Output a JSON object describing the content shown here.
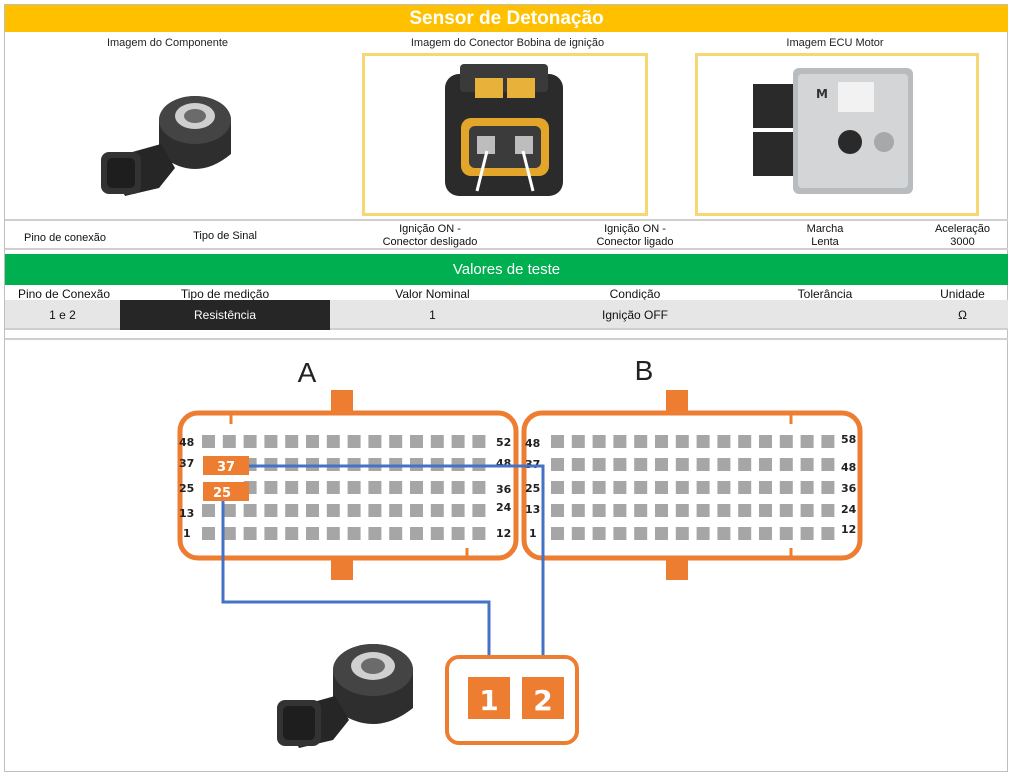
{
  "header": {
    "title": "Sensor de Detonação"
  },
  "images": {
    "component_label": "Imagem do Componente",
    "connector_label": "Imagem do Conector Bobina de ignição",
    "ecu_label": "Imagem ECU Motor"
  },
  "info_row": {
    "pin": "Pino de conexão",
    "signal": "Tipo de Sinal",
    "ign_on_off_l1": "Ignição ON -",
    "ign_on_off_l2": "Conector desligado",
    "ign_on_on_l1": "Ignição ON -",
    "ign_on_on_l2": "Conector ligado",
    "idle_l1": "Marcha",
    "idle_l2": "Lenta",
    "accel_l1": "Aceleração",
    "accel_l2": "3000"
  },
  "test_values": {
    "title": "Valores de teste",
    "headers": [
      "Pino de Conexão",
      "Tipo de medição",
      "Valor Nominal",
      "Condição",
      "Tolerância",
      "Unidade"
    ],
    "row": [
      "1 e 2",
      "Resistência",
      "1",
      "Ignição OFF",
      "",
      "Ω"
    ]
  },
  "diagram": {
    "connector_a": "A",
    "connector_b": "B",
    "a_pin_labels": {
      "r1_left": "48",
      "r1_right": "52",
      "r2_left": "37",
      "r2_right": "48",
      "r3_left": "25",
      "r3_right": "36",
      "r4_left": "13",
      "r4_right": "24",
      "r5_left": "1",
      "r5_right": "12"
    },
    "b_pin_labels": {
      "r1_left": "48",
      "r1_right": "58",
      "r2_left": "37",
      "r2_right": "48",
      "r3_left": "25",
      "r3_right": "36",
      "r4_left": "13",
      "r4_right": "24",
      "r5_left": "1",
      "r5_right": "12"
    },
    "highlight_pin_37": "37",
    "highlight_pin_25": "25",
    "sensor_pin_1": "1",
    "sensor_pin_2": "2",
    "colors": {
      "orange": "#ed7d31",
      "wire": "#4472c4",
      "pin": "#a6a6a6"
    }
  }
}
